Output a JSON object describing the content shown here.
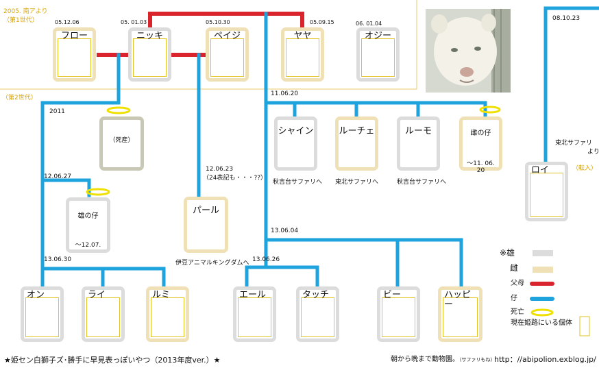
{
  "gen1": {
    "year": "2005. 南アより",
    "label": "（第1世代）"
  },
  "gen2": {
    "label": "（第2世代）"
  },
  "dates": {
    "flo": "05.12.06",
    "nikki": "05. 01.03",
    "page": "05.10.30",
    "yaya": "05.09.15",
    "ozzy": "06. 01.04",
    "roi": "08.10.23",
    "d2011": "2011",
    "d110620": "11.06.20",
    "d120627": "12.06.27",
    "d120623": "12.06.23",
    "d120623_note": "（24表記も・・・??）",
    "d130604": "13.06.04",
    "d130630": "13.06.30",
    "d130626": "13.06.26"
  },
  "roi_origin": {
    "line1": "東北サファリ",
    "line2": "より",
    "transfer": "（転入）"
  },
  "cards": {
    "flo": "フロー",
    "nikki": "ニッキ",
    "page": "ペイジ",
    "yaya": "ヤヤ",
    "ozzy": "オジー",
    "roi": "ロイ",
    "dead2011": "（死産）",
    "shine": "シャイン",
    "luche": "ルーチェ",
    "lumo": "ルーモ",
    "female_cub": "雌の仔",
    "female_cub_date": "～11. 06. 20",
    "male_cub": "雄の仔",
    "male_cub_date": "～12.07.",
    "pearl": "パール",
    "on": "オン",
    "rai": "ライ",
    "rumi": "ルミ",
    "ale": "エール",
    "touch": "タッチ",
    "bee": "ビー",
    "happy": "ハッピー"
  },
  "destinations": {
    "shine": "秋吉台サファリへ",
    "luche": "東北サファリへ",
    "lumo": "秋吉台サファリへ",
    "pearl": "伊豆アニマルキングダムへ"
  },
  "legend": {
    "note": "※雄",
    "female": "雌",
    "parents": "父母",
    "child": "仔",
    "dead": "死亡",
    "current": "現在姫路にいる個体"
  },
  "colors": {
    "parent_line": "#d9232d",
    "child_line": "#1ea3dc",
    "male_frame": "#dcdcdc",
    "female_frame": "#efe1b5",
    "halo": "#f0e000"
  },
  "footer": {
    "title": "★姫セン白獅子ズ･勝手に早見表っぽいやつ（2013年度ver.）★",
    "blog": "朝から晩まで動物園。",
    "blog_small": "（サファリもね）",
    "url": "http：//abipolion.exblog.jp/"
  }
}
